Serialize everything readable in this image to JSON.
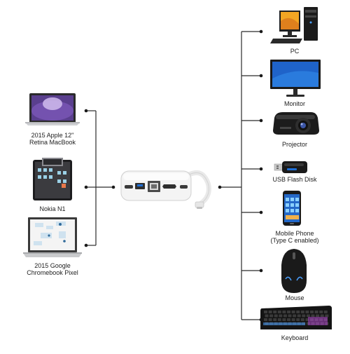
{
  "colors": {
    "line": "#2b2b2b",
    "dot": "#1a1a1a",
    "hub_body": "#f3f3f3",
    "hub_edge": "#cfcfcf",
    "screen_dark": "#1b1b1b",
    "blue_screen": "#1f63c9",
    "silver": "#d9dadc",
    "keyboard_glow": "#4aa0ff"
  },
  "left_devices": [
    {
      "label": "2015 Apple 12\"\nRetina MacBook",
      "icon": "macbook-icon"
    },
    {
      "label": "Nokia N1",
      "icon": "tablet-icon"
    },
    {
      "label": "2015 Google\nChromebook Pixel",
      "icon": "chromebook-icon"
    }
  ],
  "hub": {
    "icon": "usb-c-hub-icon"
  },
  "right_devices": [
    {
      "label": "PC",
      "icon": "desktop-pc-icon"
    },
    {
      "label": "Monitor",
      "icon": "monitor-icon"
    },
    {
      "label": "Projector",
      "icon": "projector-icon"
    },
    {
      "label": "USB Flash Disk",
      "icon": "usb-flash-disk-icon"
    },
    {
      "label": "Mobile Phone\n(Type C enabled)",
      "icon": "mobile-phone-icon"
    },
    {
      "label": "Mouse",
      "icon": "mouse-icon"
    },
    {
      "label": "Keyboard",
      "icon": "keyboard-icon"
    }
  ]
}
